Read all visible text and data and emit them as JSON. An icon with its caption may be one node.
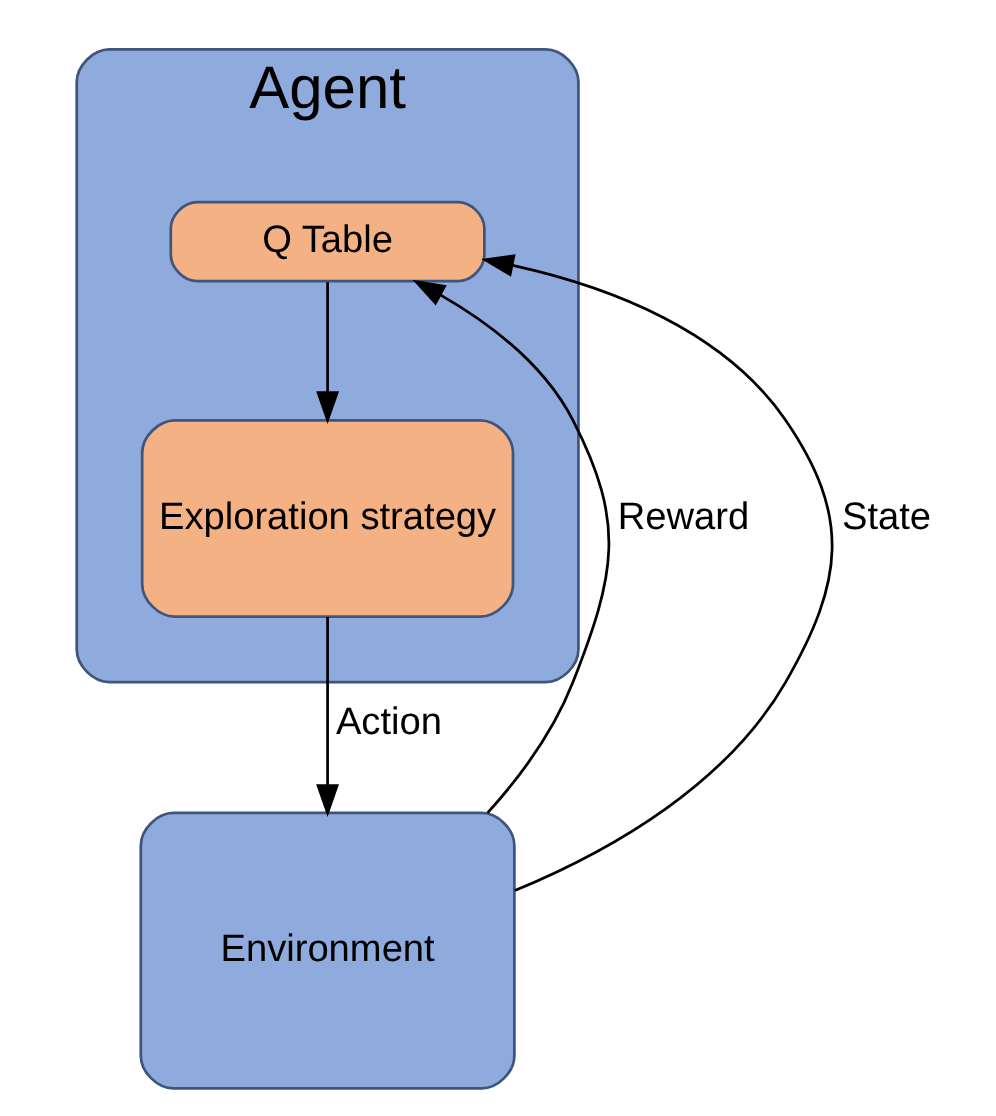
{
  "diagram": {
    "nodes": [
      {
        "text": [
          "Agent"
        ]
      },
      {
        "text": [
          "Q Table"
        ],
        "in": 0
      },
      {
        "text": [
          "Exploration strategy"
        ],
        "in": 0
      },
      {
        "text": [
          "Environment"
        ]
      }
    ],
    "edges": [
      {
        "from": 1,
        "to": 2,
        "arrow": "to"
      },
      {
        "from": 2,
        "to": 3,
        "arrow": "to",
        "label": "Action"
      },
      {
        "from": 3,
        "to": 1,
        "arrow": "to",
        "label": "Reward"
      },
      {
        "from": 3,
        "to": 1,
        "arrow": "to",
        "label": "State"
      }
    ]
  }
}
